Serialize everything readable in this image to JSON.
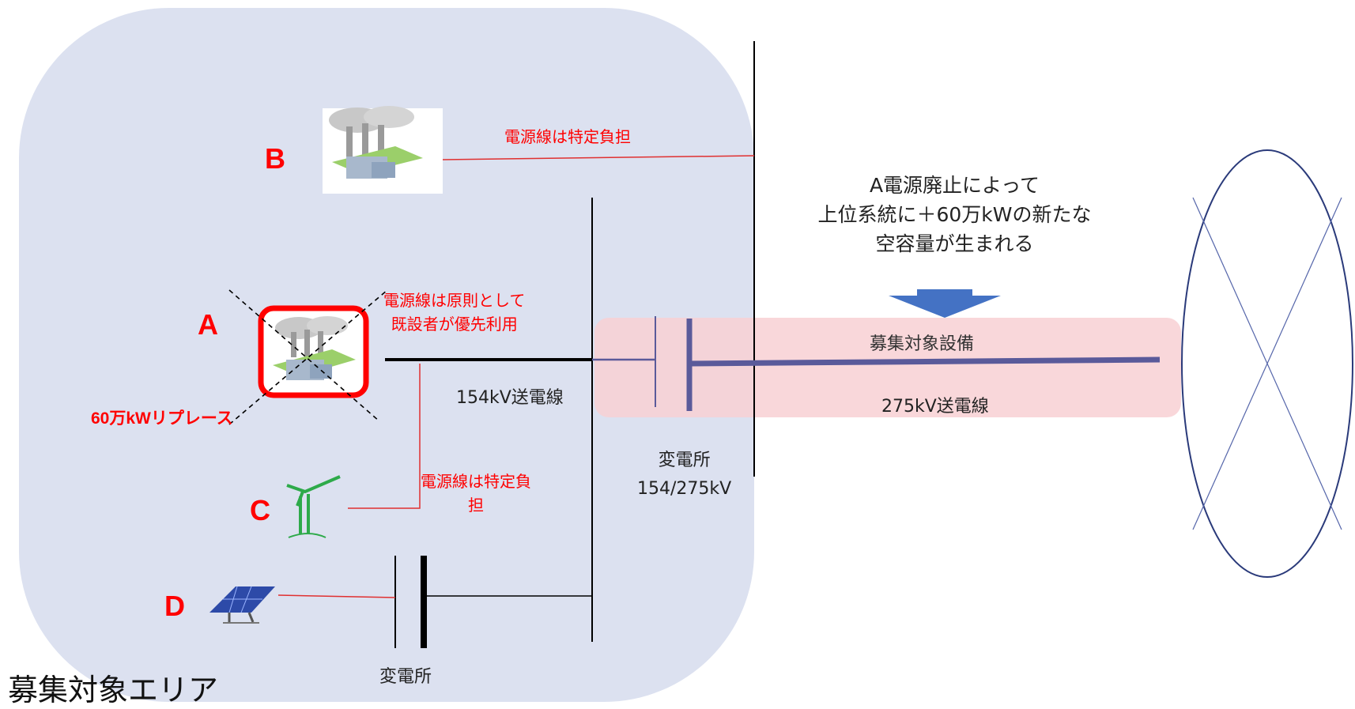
{
  "area": {
    "name": "募集対象エリア"
  },
  "generators": {
    "a": {
      "letter": "A",
      "icon": "thermal-power-plant-icon",
      "status_note": "60万kWリプレース"
    },
    "b": {
      "letter": "B",
      "icon": "thermal-power-plant-icon"
    },
    "c": {
      "letter": "C",
      "icon": "wind-turbine-icon"
    },
    "d": {
      "letter": "D",
      "icon": "solar-panel-icon"
    }
  },
  "notes": {
    "b_line": "電源線は特定負担",
    "a_line_1": "電源線は原則として",
    "a_line_2": "既設者が優先利用",
    "c_line_1": "電源線は特定負",
    "c_line_2": "担",
    "right_1": "A電源廃止によって",
    "right_2": "上位系統に＋60万kWの新たな",
    "right_3": "空容量が生まれる"
  },
  "lines": {
    "line_154kv": "154kV送電線",
    "line_275kv": "275kV送電線",
    "target_facility": "募集対象設備"
  },
  "substations": {
    "main_name": "変電所",
    "main_voltage": "154/275kV",
    "small_name": "変電所"
  },
  "colors": {
    "area_fill": "#dce1f0",
    "highlight_fill": "#f8d0d4",
    "line_blue": "#5a5a9a",
    "annotation_red": "#ff0000",
    "arrow_blue": "#4472c4",
    "wind_green": "#2eaa4a"
  }
}
